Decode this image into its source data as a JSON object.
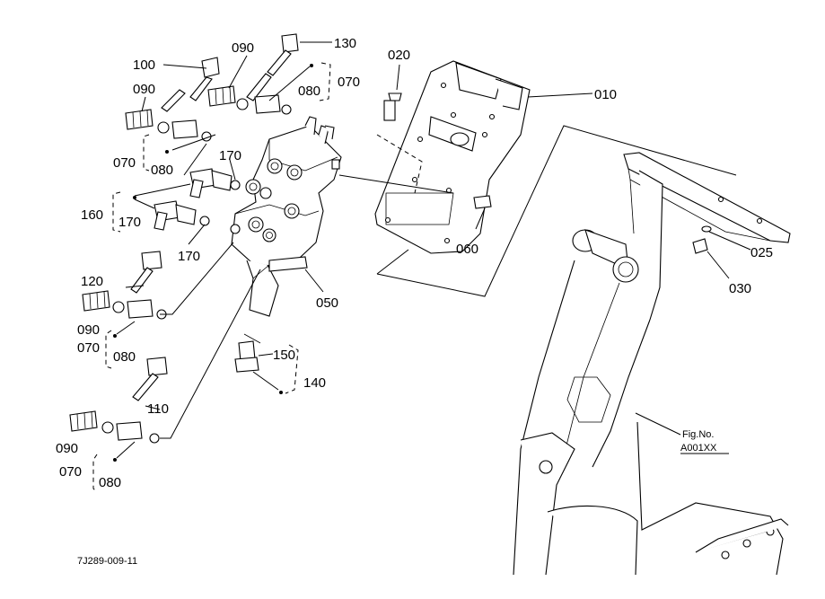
{
  "diagram": {
    "part_labels": {
      "p010": "010",
      "p020": "020",
      "p025": "025",
      "p030": "030",
      "p050": "050",
      "p060": "060",
      "p070_top": "070",
      "p070_left": "070",
      "p070_mid": "070",
      "p070_bot": "070",
      "p080_top": "080",
      "p080_left": "080",
      "p080_mid": "080",
      "p080_bot": "080",
      "p090_top": "090",
      "p090_left": "090",
      "p090_mid": "090",
      "p090_bot": "090",
      "p100": "100",
      "p110": "110",
      "p120": "120",
      "p130": "130",
      "p140": "140",
      "p150": "150",
      "p160": "160",
      "p170_a": "170",
      "p170_b": "170",
      "p170_c": "170"
    },
    "fig_ref": {
      "line1": "Fig.No.",
      "line2": "A001XX"
    },
    "drawing_number": "7J289-009-11"
  }
}
